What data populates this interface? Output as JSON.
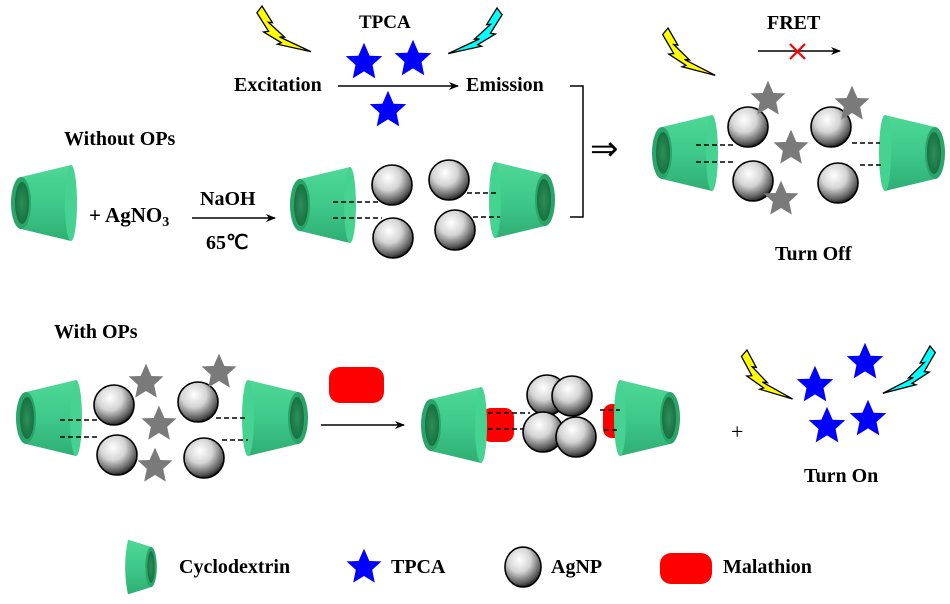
{
  "title": "Cyclodextrin-capped AgNP / TPCA FRET sensing scheme for organophosphorus pesticides",
  "top_panel": {
    "label": "Without OPs",
    "tpca_label": "TPCA",
    "excitation_label": "Excitation",
    "emission_label": "Emission",
    "plus_reagent": "+ AgNO",
    "reagent_subscript": "3",
    "condition_top": "NaOH",
    "condition_bottom": "65℃",
    "implies_symbol": "⇒",
    "fret_label": "FRET",
    "fret_state": "blocked",
    "result_label": "Turn Off"
  },
  "bottom_panel": {
    "label": "With OPs",
    "plus_symbol": "+",
    "result_label": "Turn On"
  },
  "legend": {
    "items": [
      {
        "name": "cyclodextrin",
        "label": "Cyclodextrin"
      },
      {
        "name": "tpca",
        "label": "TPCA"
      },
      {
        "name": "agnp",
        "label": "AgNP"
      },
      {
        "name": "malathion",
        "label": "Malathion"
      }
    ]
  },
  "colors": {
    "cyclodextrin": "#3ec98a",
    "cyclodextrin_dark": "#1f8a55",
    "tpca_active": "#0000ff",
    "tpca_quenched": "#7a7a7a",
    "malathion": "#ff0000",
    "bolt_excitation": "#ffff00",
    "bolt_emission": "#00ffff",
    "blocked_mark": "#ff0000"
  }
}
